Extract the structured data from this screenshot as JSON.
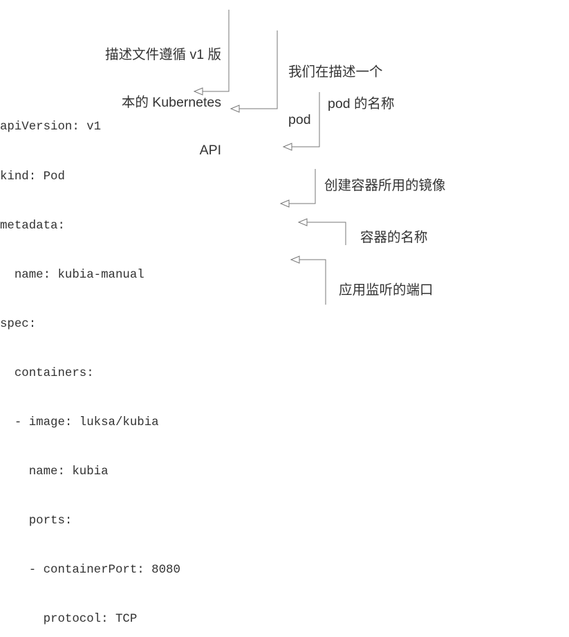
{
  "code_lines": [
    "apiVersion: v1",
    "kind: Pod",
    "metadata:",
    "  name: kubia-manual",
    "spec:",
    "  containers:",
    "  - image: luksa/kubia",
    "    name: kubia",
    "    ports:",
    "    - containerPort: 8080",
    "      protocol: TCP"
  ],
  "annotations": {
    "api_version_note": [
      "描述文件遵循 v1 版",
      "本的 Kubernetes",
      "API"
    ],
    "kind_note": [
      "我们在描述一个",
      "pod"
    ],
    "name_note": "pod 的名称",
    "image_note": "创建容器所用的镜像",
    "container_name_note": "容器的名称",
    "port_note": "应用监听的端口"
  }
}
